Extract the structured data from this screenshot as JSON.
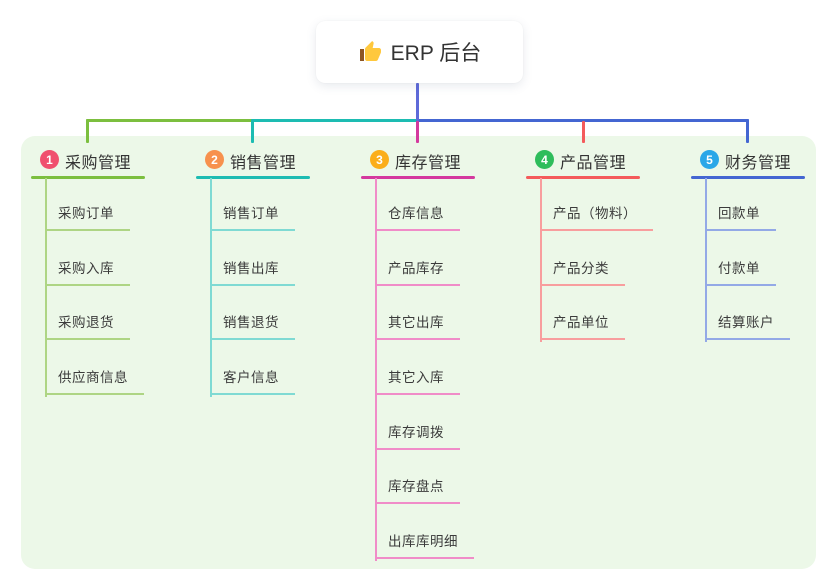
{
  "root": {
    "title": "ERP 后台",
    "icon": "thumbs-up-icon"
  },
  "colors": {
    "page_bg": "#ffffff",
    "panel_bg": "#ECF8E8",
    "root_card_bg": "#ffffff",
    "root_line": "#5E6AD9",
    "title_text": "#333333",
    "child_text": "#3b3b3b"
  },
  "branches": [
    {
      "number": "1",
      "title": "采购管理",
      "color": "#7CBF3F",
      "light_color": "#AED584",
      "badge_color": "#F0506E",
      "children": [
        "采购订单",
        "采购入库",
        "采购退货",
        "供应商信息"
      ]
    },
    {
      "number": "2",
      "title": "销售管理",
      "color": "#1DBCB2",
      "light_color": "#7FDAD3",
      "badge_color": "#F7914D",
      "children": [
        "销售订单",
        "销售出库",
        "销售退货",
        "客户信息"
      ]
    },
    {
      "number": "3",
      "title": "库存管理",
      "color": "#D4399E",
      "light_color": "#F08CC8",
      "badge_color": "#FBAE1A",
      "children": [
        "仓库信息",
        "产品库存",
        "其它出库",
        "其它入库",
        "库存调拨",
        "库存盘点",
        "出库库明细"
      ]
    },
    {
      "number": "4",
      "title": "产品管理",
      "color": "#F45B5B",
      "light_color": "#F89E9E",
      "badge_color": "#2EBD5B",
      "children": [
        "产品（物料）",
        "产品分类",
        "产品单位"
      ]
    },
    {
      "number": "5",
      "title": "财务管理",
      "color": "#4466D2",
      "light_color": "#93A9E6",
      "badge_color": "#2AA7E8",
      "children": [
        "回款单",
        "付款单",
        "结算账户"
      ]
    }
  ]
}
